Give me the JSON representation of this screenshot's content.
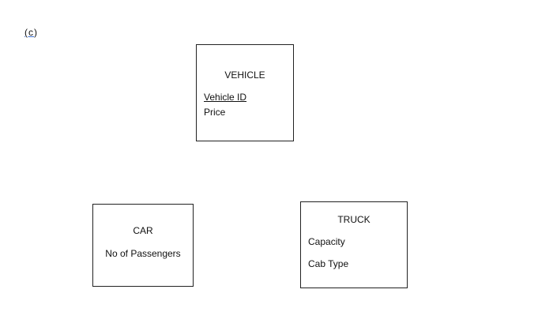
{
  "part_label": {
    "open": "(",
    "letter": "c",
    "close": ")"
  },
  "entities": {
    "vehicle": {
      "title": "VEHICLE",
      "attributes": [
        "Vehicle ID",
        "Price"
      ]
    },
    "car": {
      "title": "CAR",
      "attributes": [
        "No of Passengers"
      ]
    },
    "truck": {
      "title": "TRUCK",
      "attributes": [
        "Capacity",
        "Cab Type"
      ]
    }
  }
}
